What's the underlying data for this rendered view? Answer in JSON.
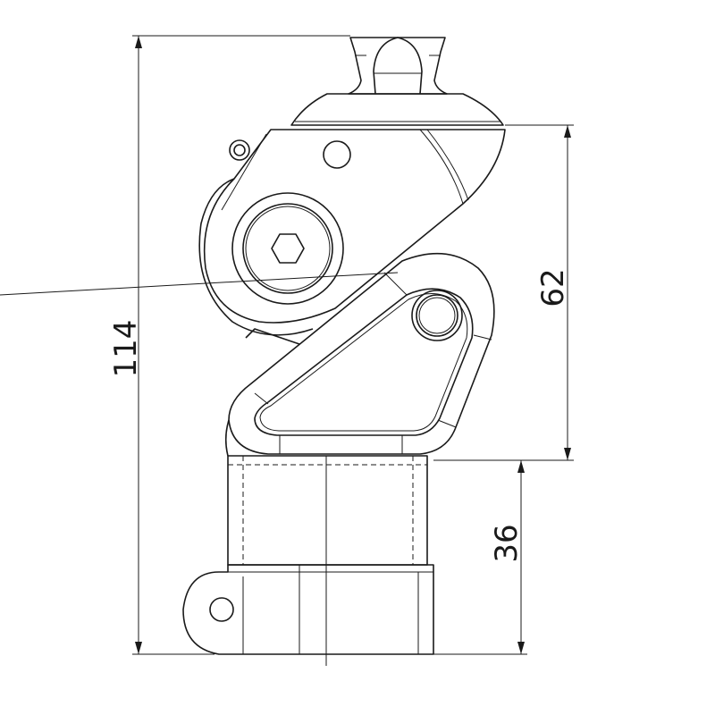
{
  "dimensions": {
    "overall_height": "114",
    "joint_height": "62",
    "tube_clamp_height": "36"
  },
  "colors": {
    "line": "#1a1a1a",
    "background": "#ffffff"
  }
}
